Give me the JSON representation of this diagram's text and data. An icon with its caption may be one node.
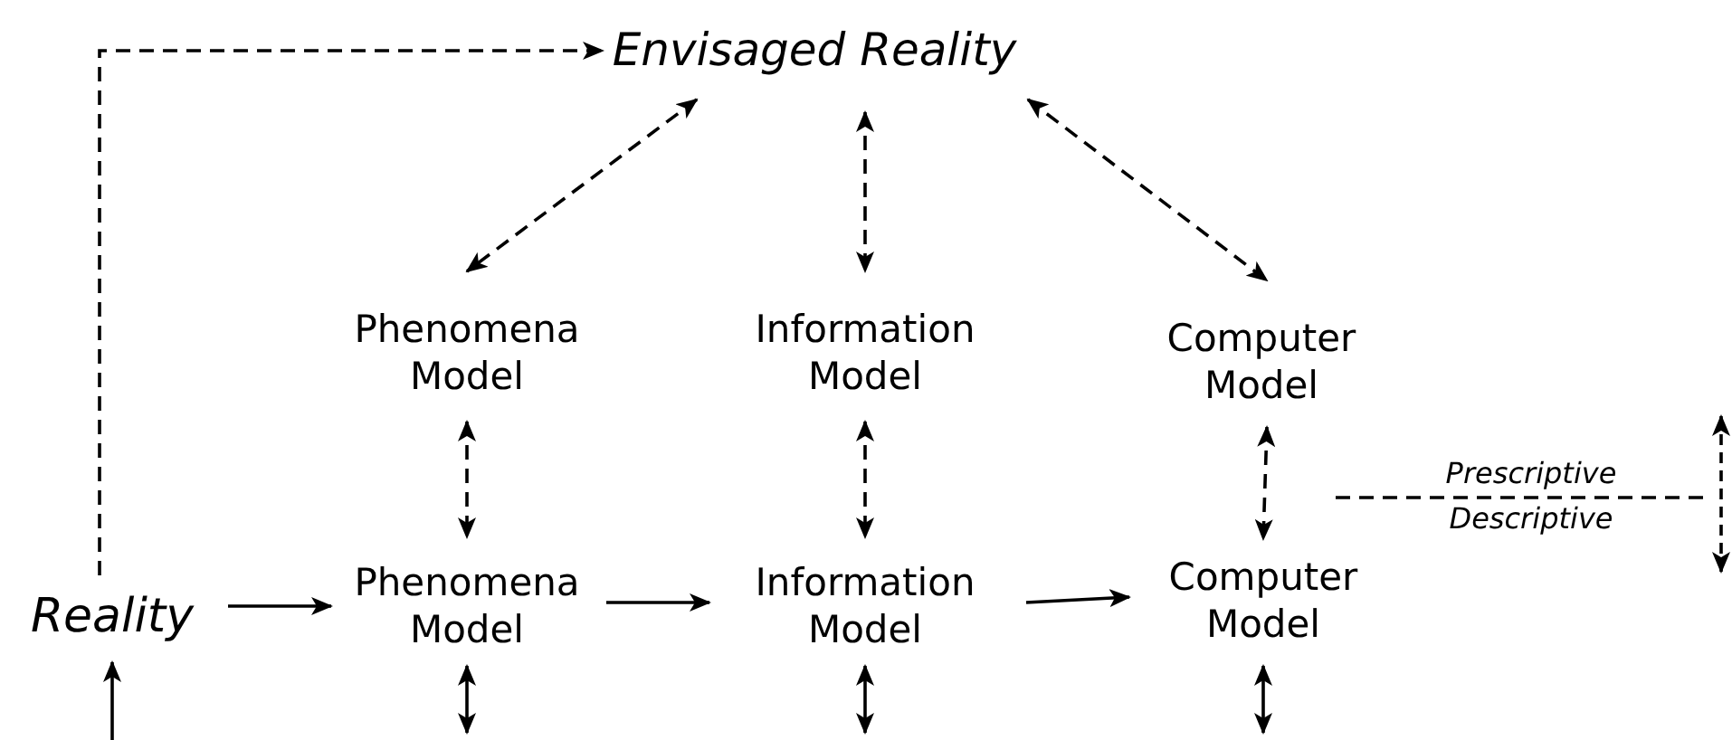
{
  "diagram": {
    "nodes": [
      {
        "text": [
          "Envisaged Reality"
        ]
      },
      {
        "text": [
          "Phenomena Model"
        ]
      },
      {
        "text": [
          "Information Model"
        ]
      },
      {
        "text": [
          "Computer Model"
        ]
      },
      {
        "text": [
          "Reality"
        ]
      },
      {
        "text": [
          "Phenomena Model"
        ]
      },
      {
        "text": [
          "Information Model"
        ]
      },
      {
        "text": [
          "Computer Model"
        ]
      }
    ],
    "edges": [
      {
        "from": 4,
        "to": 0,
        "arrow": "to",
        "style": "dashed"
      },
      {
        "from": 0,
        "to": 1,
        "arrow": "both",
        "style": "dashed"
      },
      {
        "from": 0,
        "to": 2,
        "arrow": "both",
        "style": "dashed"
      },
      {
        "from": 0,
        "to": 3,
        "arrow": "both",
        "style": "dashed"
      },
      {
        "from": 1,
        "to": 5,
        "arrow": "both",
        "style": "dashed"
      },
      {
        "from": 2,
        "to": 6,
        "arrow": "both",
        "style": "dashed"
      },
      {
        "from": 3,
        "to": 7,
        "arrow": "both",
        "style": "dashed"
      },
      {
        "from": 4,
        "to": 5,
        "arrow": "to"
      },
      {
        "from": 5,
        "to": 6,
        "arrow": "to"
      },
      {
        "from": 6,
        "to": 7,
        "arrow": "to"
      },
      {
        "from": null,
        "to": 4,
        "arrow": "to"
      },
      {
        "from": 5,
        "to": null,
        "arrow": "both"
      },
      {
        "from": 6,
        "to": null,
        "arrow": "both"
      },
      {
        "from": 7,
        "to": null,
        "arrow": "both"
      }
    ],
    "labels": [
      "Prescriptive",
      "Descriptive"
    ]
  }
}
